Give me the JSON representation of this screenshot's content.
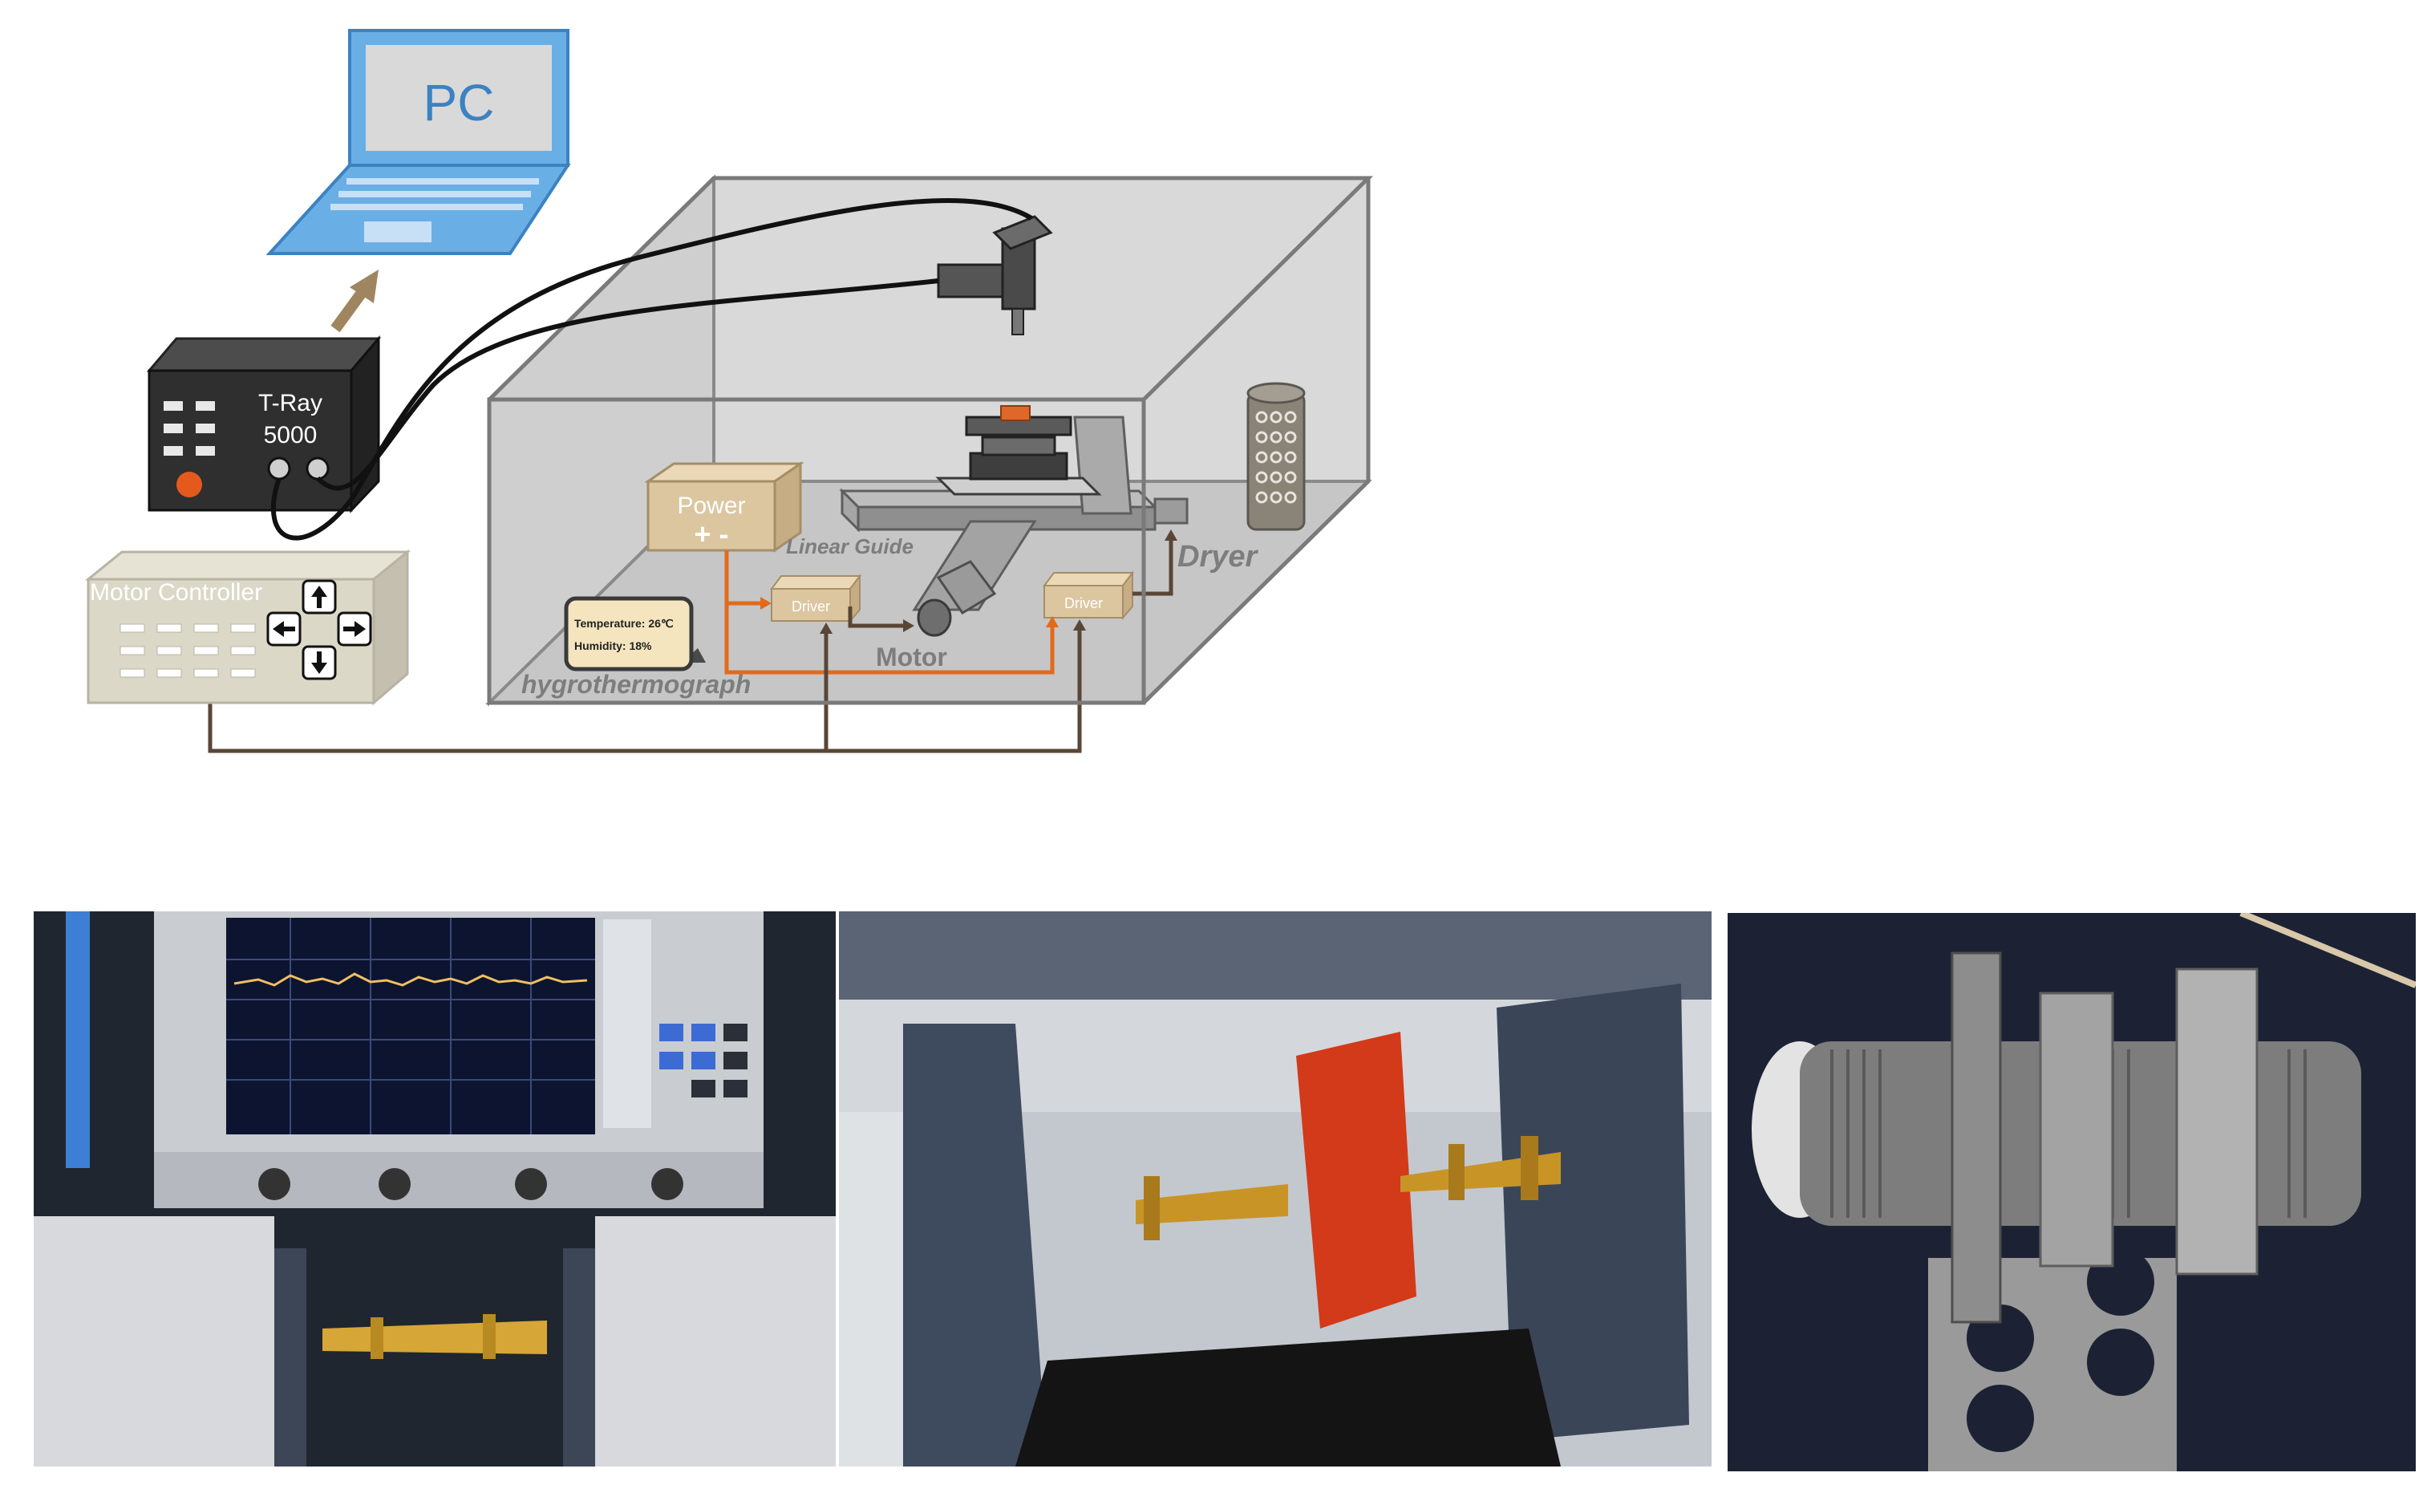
{
  "diagram": {
    "pc_label": "PC",
    "tray_label_line1": "T-Ray",
    "tray_label_line2": "5000",
    "motor_controller_label": "Motor Controller",
    "power_label": "Power",
    "power_polarity": "+ -",
    "linear_guide_label": "Linear Guide",
    "dryer_label": "Dryer",
    "driver_label_left": "Driver",
    "driver_label_right": "Driver",
    "motor_label": "Motor",
    "hygrothermograph_label": "hygrothermograph",
    "temperature_text": "Temperature:  26℃",
    "humidity_text": "Humidity:  18%"
  },
  "colors": {
    "pc_blue": "#6aaee6",
    "enclosure_gray": "#c9c9c9",
    "power_tan": "#dcc6a0",
    "wire_orange": "#e36a1a",
    "wire_brown": "#5a4636",
    "arrow_tan": "#a08660",
    "device_dark": "#2f2f2f",
    "controller_beige": "#dcd8c8"
  },
  "photos": [
    {
      "name": "vector-network-analyzer-photo"
    },
    {
      "name": "sample-between-horns-photo"
    },
    {
      "name": "lens-assembly-photo"
    }
  ]
}
